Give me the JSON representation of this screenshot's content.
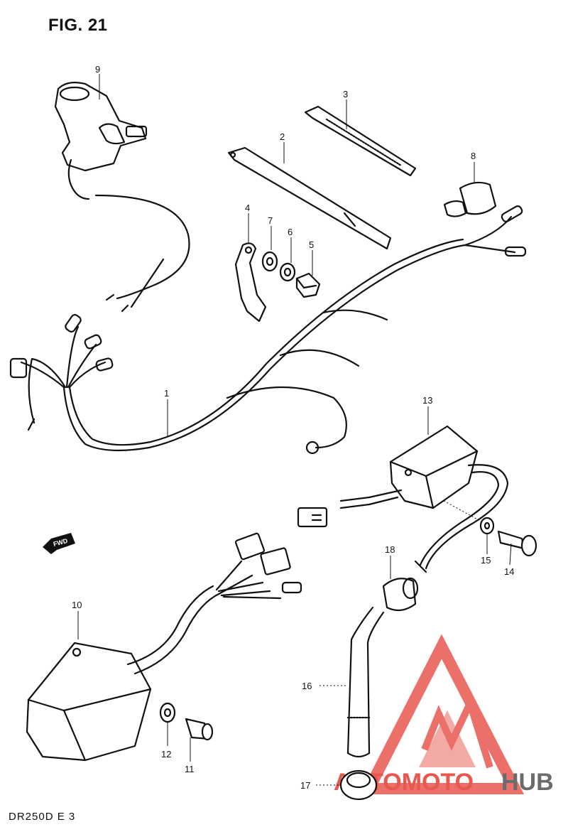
{
  "figure": {
    "title": "FIG. 21",
    "model_code": "DR250D  E 3",
    "fwd_label": "FWD"
  },
  "callouts": [
    {
      "id": "1",
      "label": "1"
    },
    {
      "id": "2",
      "label": "2"
    },
    {
      "id": "3",
      "label": "3"
    },
    {
      "id": "4",
      "label": "4"
    },
    {
      "id": "5",
      "label": "5"
    },
    {
      "id": "6",
      "label": "6"
    },
    {
      "id": "7",
      "label": "7"
    },
    {
      "id": "8",
      "label": "8"
    },
    {
      "id": "9",
      "label": "9"
    },
    {
      "id": "10",
      "label": "10"
    },
    {
      "id": "11",
      "label": "11"
    },
    {
      "id": "12",
      "label": "12"
    },
    {
      "id": "13",
      "label": "13"
    },
    {
      "id": "14",
      "label": "14"
    },
    {
      "id": "15",
      "label": "15"
    },
    {
      "id": "16",
      "label": "16"
    },
    {
      "id": "17",
      "label": "17"
    },
    {
      "id": "18",
      "label": "18"
    }
  ],
  "watermark": {
    "text_part1": "AUTOMOTO",
    "text_part2": "HUB",
    "color_primary": "#e8584f",
    "color_secondary": "#6b6b6b"
  }
}
